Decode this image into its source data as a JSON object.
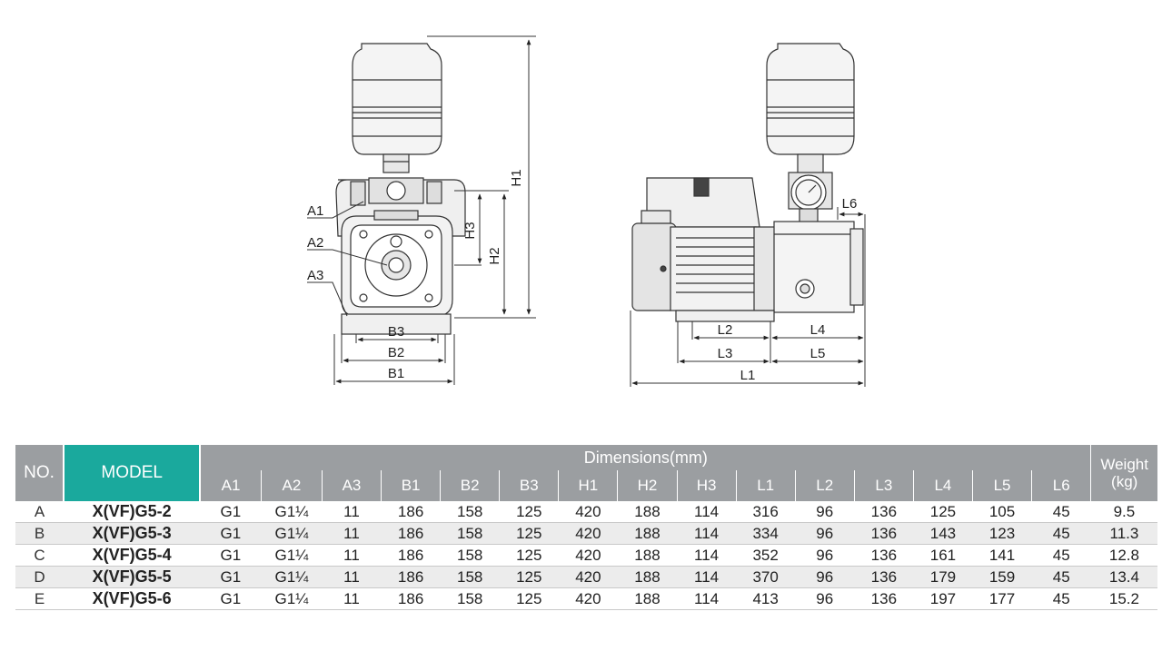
{
  "drawing_labels": {
    "front": [
      "H1",
      "H2",
      "H3",
      "A1",
      "A2",
      "A3",
      "B1",
      "B2",
      "B3"
    ],
    "side": [
      "L1",
      "L2",
      "L3",
      "L4",
      "L5",
      "L6"
    ]
  },
  "table": {
    "no_header": "NO.",
    "model_header": "MODEL",
    "dimensions_header": "Dimensions(mm)",
    "weight_header": "Weight",
    "weight_unit": "(kg)",
    "columns": [
      "A1",
      "A2",
      "A3",
      "B1",
      "B2",
      "B3",
      "H1",
      "H2",
      "H3",
      "L1",
      "L2",
      "L3",
      "L4",
      "L5",
      "L6"
    ],
    "rows": [
      {
        "no": "A",
        "model": "X(VF)G5-2",
        "values": [
          "G1",
          "G1¼",
          "11",
          "186",
          "158",
          "125",
          "420",
          "188",
          "114",
          "316",
          "96",
          "136",
          "125",
          "105",
          "45"
        ],
        "weight": "9.5"
      },
      {
        "no": "B",
        "model": "X(VF)G5-3",
        "values": [
          "G1",
          "G1¼",
          "11",
          "186",
          "158",
          "125",
          "420",
          "188",
          "114",
          "334",
          "96",
          "136",
          "143",
          "123",
          "45"
        ],
        "weight": "11.3"
      },
      {
        "no": "C",
        "model": "X(VF)G5-4",
        "values": [
          "G1",
          "G1¼",
          "11",
          "186",
          "158",
          "125",
          "420",
          "188",
          "114",
          "352",
          "96",
          "136",
          "161",
          "141",
          "45"
        ],
        "weight": "12.8"
      },
      {
        "no": "D",
        "model": "X(VF)G5-5",
        "values": [
          "G1",
          "G1¼",
          "11",
          "186",
          "158",
          "125",
          "420",
          "188",
          "114",
          "370",
          "96",
          "136",
          "179",
          "159",
          "45"
        ],
        "weight": "13.4"
      },
      {
        "no": "E",
        "model": "X(VF)G5-6",
        "values": [
          "G1",
          "G1¼",
          "11",
          "186",
          "158",
          "125",
          "420",
          "188",
          "114",
          "413",
          "96",
          "136",
          "197",
          "177",
          "45"
        ],
        "weight": "15.2"
      }
    ]
  },
  "colors": {
    "header_gray": "#9b9ea1",
    "model_teal": "#1aa99d",
    "row_alt": "#ececec"
  }
}
